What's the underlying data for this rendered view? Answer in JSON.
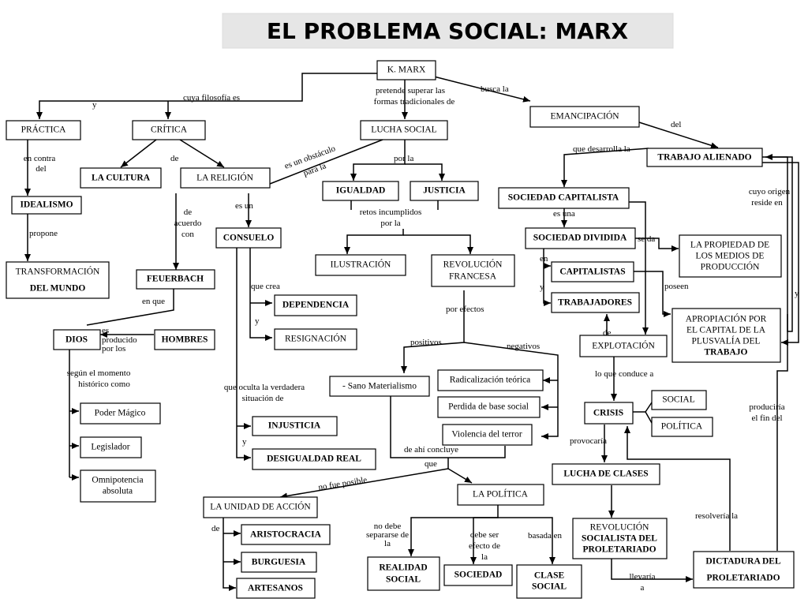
{
  "title": "EL PROBLEMA SOCIAL: MARX",
  "nodes": {
    "marx": "K. MARX",
    "practica": "PRÁCTICA",
    "critica": "CRÍTICA",
    "lucha_social": "LUCHA SOCIAL",
    "emancipacion": "EMANCIPACIÓN",
    "idealismo": "IDEALISMO",
    "cultura": "LA CULTURA",
    "religion": "LA RELIGIÓN",
    "transformacion_1": "TRANSFORMACIÓN",
    "transformacion_2": "DEL MUNDO",
    "feuerbach": "FEUERBACH",
    "consuelo": "CONSUELO",
    "igualdad": "IGUALDAD",
    "justicia": "JUSTICIA",
    "ilustracion": "ILUSTRACIÓN",
    "revolucion_francesa_1": "REVOLUCIÓN",
    "revolucion_francesa_2": "FRANCESA",
    "trabajo_alienado": "TRABAJO ALIENADO",
    "sociedad_capitalista": "SOCIEDAD CAPITALISTA",
    "sociedad_dividida": "SOCIEDAD DIVIDIDA",
    "capitalistas": "CAPITALISTAS",
    "trabajadores": "TRABAJADORES",
    "propiedad_1": "LA PROPIEDAD DE",
    "propiedad_2": "LOS MEDIOS DE",
    "propiedad_3": "PRODUCCIÓN",
    "apropiacion_1": "APROPIACIÓN POR",
    "apropiacion_2": "EL CAPITAL DE LA",
    "apropiacion_3": "PLUSVALÍA DEL",
    "apropiacion_4": "TRABAJO",
    "explotacion": "EXPLOTACIÓN",
    "dios": "DIOS",
    "hombres": "HOMBRES",
    "dependencia": "DEPENDENCIA",
    "resignacion": "RESIGNACIÓN",
    "poder_magico": "Poder Mágico",
    "legislador": "Legislador",
    "omnipotencia_1": "Omnipotencia",
    "omnipotencia_2": "absoluta",
    "injusticia": "INJUSTICIA",
    "desigualdad": "DESIGUALDAD REAL",
    "sano_materialismo": "- Sano Materialismo",
    "radicalizacion": "Radicalización teórica",
    "perdida": "Perdida de base social",
    "violencia": "Violencia del terror",
    "crisis": "CRISIS",
    "social": "SOCIAL",
    "politica_crisis": "POLÍTICA",
    "lucha_clases": "LUCHA DE CLASES",
    "unidad_accion": "LA UNIDAD DE ACCIÓN",
    "la_politica": "LA POLÍTICA",
    "aristocracia": "ARISTOCRACIA",
    "burguesia": "BURGUESIA",
    "artesanos": "ARTESANOS",
    "realidad_social_1": "REALIDAD",
    "realidad_social_2": "SOCIAL",
    "sociedad": "SOCIEDAD",
    "clase_social_1": "CLASE",
    "clase_social_2": "SOCIAL",
    "revolucion_socialista_1": "REVOLUCIÓN",
    "revolucion_socialista_2": "SOCIALISTA DEL",
    "revolucion_socialista_3": "PROLETARIADO",
    "dictadura_1": "DICTADURA DEL",
    "dictadura_2": "PROLETARIADO"
  },
  "links": {
    "cuya_filosofia": "cuya filosofía es",
    "y_top": "y",
    "pretende_1": "pretende superar las",
    "pretende_2": "formas tradicionales de",
    "busca_la": "busca la",
    "del": "del",
    "en_contra_1": "en contra",
    "en_contra_2": "del",
    "de_critica": "de",
    "obstaculo_1": "es un obstáculo",
    "obstaculo_2": "para la",
    "por_la": "por la",
    "que_desarrolla": "que desarrolla la",
    "cuyo_origen_1": "cuyo origen",
    "cuyo_origen_2": "reside en",
    "propone": "propone",
    "de_acuerdo_1": "de",
    "de_acuerdo_2": "acuerdo",
    "de_acuerdo_3": "con",
    "es_un": "es un",
    "retos_1": "retos incumplidos",
    "retos_2": "por la",
    "es_una": "es una",
    "se_da": "se da",
    "en": "en",
    "y_soc": "y",
    "poseen": "poseen",
    "y_right": "y",
    "en_que": "en que",
    "que_crea": "que crea",
    "y_consuelo": "y",
    "es_producido_1": "es",
    "es_producido_2": "producido",
    "es_producido_3": "por los",
    "por_efectos": "por efectos",
    "positivos": "positivos",
    "negativos": "negativos",
    "de_explot": "de",
    "segun_1": "según el momento",
    "segun_2": "histórico como",
    "que_oculta_1": "que oculta la verdadera",
    "que_oculta_2": "situación de",
    "y_inj": "y",
    "lo_que_conduce": "lo que conduce a",
    "produciria_1": "produciría",
    "produciria_2": "el fin del",
    "de_ahi": "de ahí concluye",
    "que": "que",
    "provocaria": "provocaría",
    "no_fue_posible": "no fue posible",
    "de_unidad": "de",
    "no_debe_1": "no debe",
    "no_debe_2": "separarse de",
    "no_debe_3": "la",
    "debe_ser_1": "debe ser",
    "debe_ser_2": "efecto de",
    "debe_ser_3": "la",
    "basada_en": "basada en",
    "resolveria": "resolvería la",
    "llevaria_1": "llevaría",
    "llevaria_2": "a"
  }
}
